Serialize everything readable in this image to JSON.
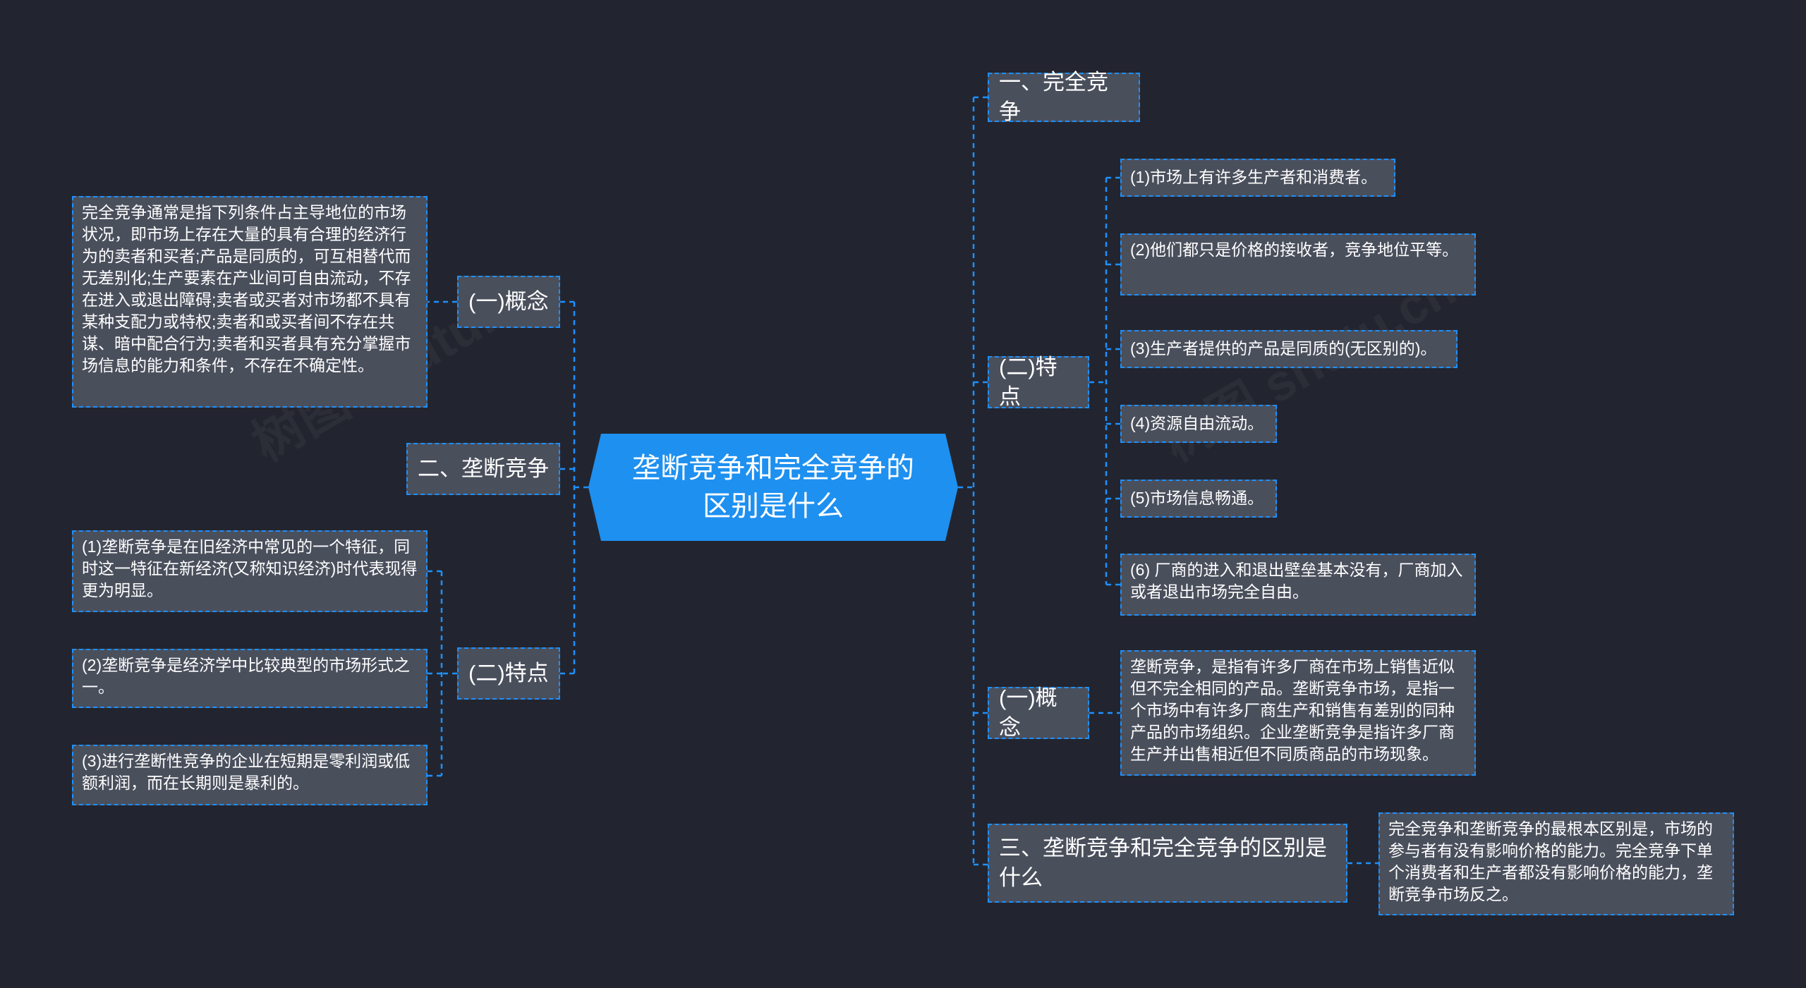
{
  "root": {
    "title": "垄断竞争和完全竞争的区别是什么"
  },
  "right": {
    "perfect_competition": {
      "label": "一、完全竞争"
    },
    "features": {
      "label": "(二)特点",
      "items": [
        "(1)市场上有许多生产者和消费者。",
        "(2)他们都只是价格的接收者，竞争地位平等。",
        "(3)生产者提供的产品是同质的(无区别的)。",
        "(4)资源自由流动。",
        "(5)市场信息畅通。",
        "(6) 厂商的进入和退出壁垒基本没有，厂商加入或者退出市场完全自由。"
      ]
    },
    "concept": {
      "label": "(一)概念",
      "text": "垄断竞争，是指有许多厂商在市场上销售近似但不完全相同的产品。垄断竞争市场，是指一个市场中有许多厂商生产和销售有差别的同种产品的市场组织。企业垄断竞争是指许多厂商生产并出售相近但不同质商品的市场现象。"
    },
    "difference": {
      "label": "三、垄断竞争和完全竞争的区别是什么",
      "text": "完全竞争和垄断竞争的最根本区别是，市场的参与者有没有影响价格的能力。完全竞争下单个消费者和生产者都没有影响价格的能力，垄断竞争市场反之。"
    }
  },
  "left": {
    "concept": {
      "label": "(一)概念",
      "text": "完全竞争通常是指下列条件占主导地位的市场状况，即市场上存在大量的具有合理的经济行为的卖者和买者;产品是同质的，可互相替代而无差别化;生产要素在产业间可自由流动，不存在进入或退出障碍;卖者或买者对市场都不具有某种支配力或特权;卖者和或买者间不存在共谋、暗中配合行为;卖者和买者具有充分掌握市场信息的能力和条件，不存在不确定性。"
    },
    "monopolistic_competition": {
      "label": "二、垄断竞争"
    },
    "features": {
      "label": "(二)特点",
      "items": [
        "(1)垄断竞争是在旧经济中常见的一个特征，同时这一特征在新经济(又称知识经济)时代表现得更为明显。",
        "(2)垄断竞争是经济学中比较典型的市场形式之一。",
        "(3)进行垄断性竞争的企业在短期是零利润或低额利润，而在长期则是暴利的。"
      ]
    }
  },
  "colors": {
    "background": "#22252f",
    "node_fill": "#4a4f5c",
    "connector": "#1e90ff",
    "root_fill": "#1e90f0"
  }
}
